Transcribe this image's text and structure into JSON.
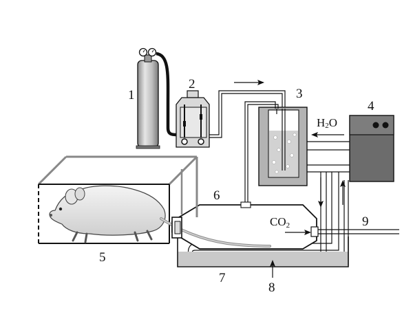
{
  "labels": {
    "n1": "1",
    "n2": "2",
    "n3": "3",
    "n4": "4",
    "n5": "5",
    "n6": "6",
    "n7": "7",
    "n8": "8",
    "n9": "9"
  },
  "chem": {
    "water_main": "H",
    "water_sub": "2",
    "water_end": "O",
    "co2_main": "CO",
    "co2_sub": "2"
  },
  "colors": {
    "outline": "#111111",
    "cylinder": "#cfcfcf",
    "bath_grey": "#b9b9b9",
    "device_dark": "#6e6e6e",
    "water": "#d6d6d6",
    "rat_fur": "#ececec"
  }
}
